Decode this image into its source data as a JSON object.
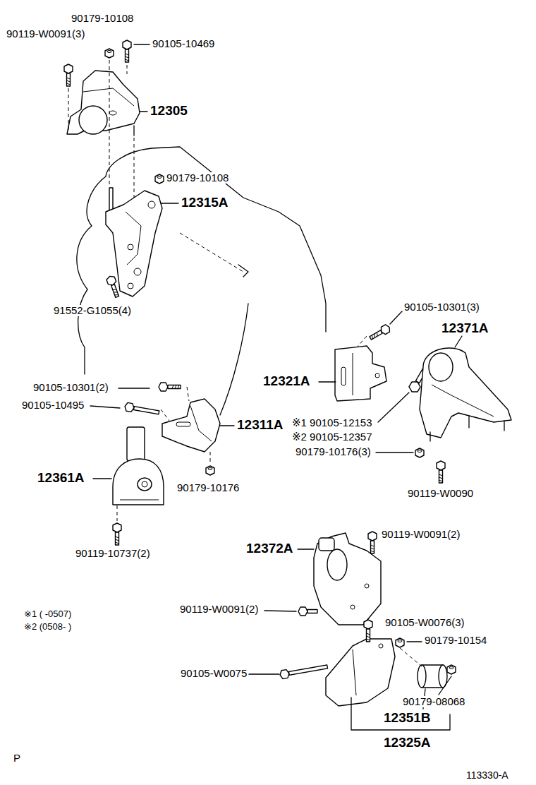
{
  "diagram": {
    "labels": [
      "90179-10108",
      "90119-W0091(3)",
      "90105-10469",
      "12305",
      "90179-10108",
      "12315A",
      "91552-G1055(4)",
      "90105-10301(3)",
      "12371A",
      "12321A",
      "90105-10301(2)",
      "90105-10495",
      "12311A",
      "※1 90105-12153",
      "※2 90105-12357",
      "90179-10176(3)",
      "12361A",
      "90179-10176",
      "90119-W0090",
      "12372A",
      "90119-W0091(2)",
      "90119-10737(2)",
      "90119-W0091(2)",
      "※1 ( -0507)",
      "※2 (0508- )",
      "90105-W0076(3)",
      "90179-10154",
      "90105-W0075",
      "90179-08068",
      "12351B",
      "12325A",
      "P",
      "113330-A"
    ]
  }
}
